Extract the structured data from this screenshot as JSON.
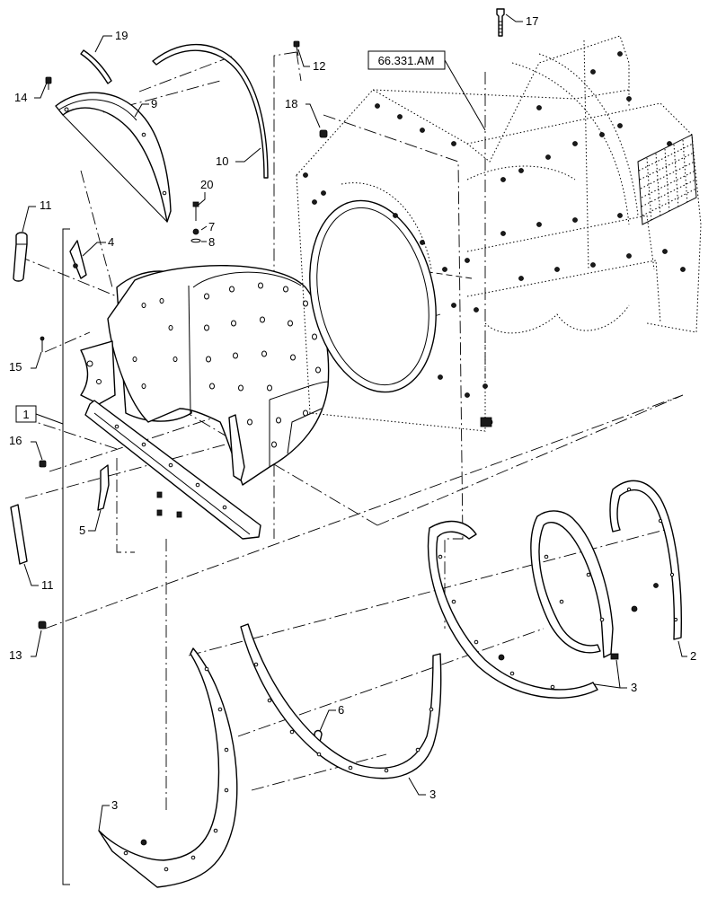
{
  "reference_box": "66.331.AM",
  "assembly_box": "1",
  "callouts": {
    "c2": "2",
    "c3a": "3",
    "c3b": "3",
    "c3c": "3",
    "c4": "4",
    "c5": "5",
    "c6": "6",
    "c7": "7",
    "c8": "8",
    "c9": "9",
    "c10": "10",
    "c11a": "11",
    "c11b": "11",
    "c12": "12",
    "c13": "13",
    "c14": "14",
    "c15": "15",
    "c16": "16",
    "c17": "17",
    "c18": "18",
    "c19": "19",
    "c20": "20"
  }
}
